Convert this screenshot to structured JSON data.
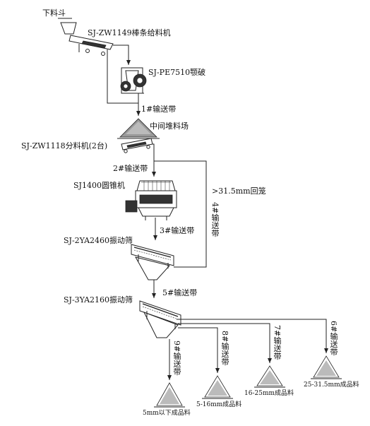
{
  "labels": {
    "feed": "下料斗",
    "feeder": "SJ-ZW1149棒条给料机",
    "jaw_crusher": "SJ-PE7510颚破",
    "belt_1": "1#输送带",
    "stockpile": "中间堆料场",
    "distributor": "SJ-ZW1118分料机(2台)",
    "belt_2": "2#输送带",
    "cone_crusher": "SJ1400圆锥机",
    "return_note": ">31.5mm回笼",
    "belt_4": "4#输送带",
    "belt_3": "3#输送带",
    "screen_1": "SJ-2YA2460振动筛",
    "belt_5": "5#输送带",
    "screen_2": "SJ-3YA2160振动筛",
    "belt_9": "9#输送带",
    "belt_8": "8#输送带",
    "belt_7": "7#输送带",
    "belt_6": "6#输送带",
    "product_1": "5mm以下成品料",
    "product_2": "5-16mm成品料",
    "product_3": "16-25mm成品料",
    "product_4": "25-31.5mm成品料"
  }
}
